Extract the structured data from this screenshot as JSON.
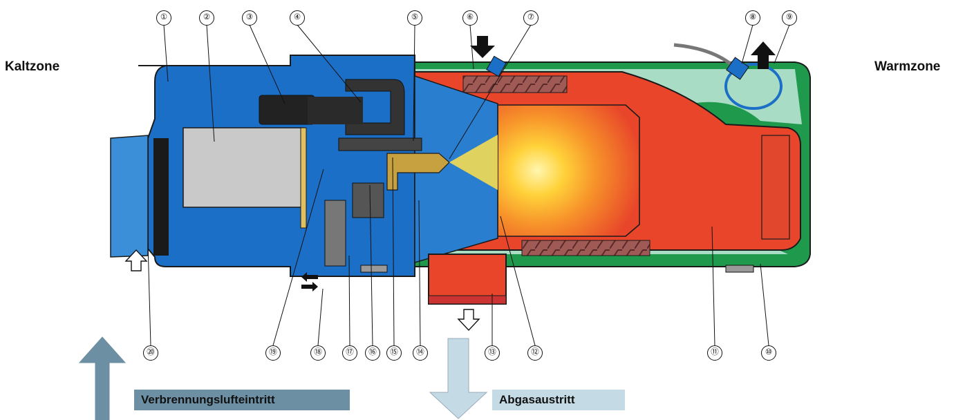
{
  "zones": {
    "cold": "Kaltzone",
    "warm": "Warmzone"
  },
  "callouts": [
    "①",
    "②",
    "③",
    "④",
    "⑤",
    "⑥",
    "⑦",
    "⑧",
    "⑨",
    "⑩",
    "⑪",
    "⑫",
    "⑬",
    "⑭",
    "⑮",
    "⑯",
    "⑰",
    "⑱",
    "⑲",
    "⑳"
  ],
  "banners": {
    "intake": "Verbrennungslufteintritt",
    "exhaust": "Abgasaustritt"
  },
  "colors": {
    "housing_blue": "#1c6fc7",
    "combustion_red": "#e8452a",
    "outer_green": "#1f9a4c",
    "mint": "#a8dcc4",
    "intake_arrow": "#6c8fa3",
    "exhaust_arrow": "#c4dbe6",
    "motor_grey": "#c9c9c9",
    "nozzle_brass": "#c7a040"
  }
}
